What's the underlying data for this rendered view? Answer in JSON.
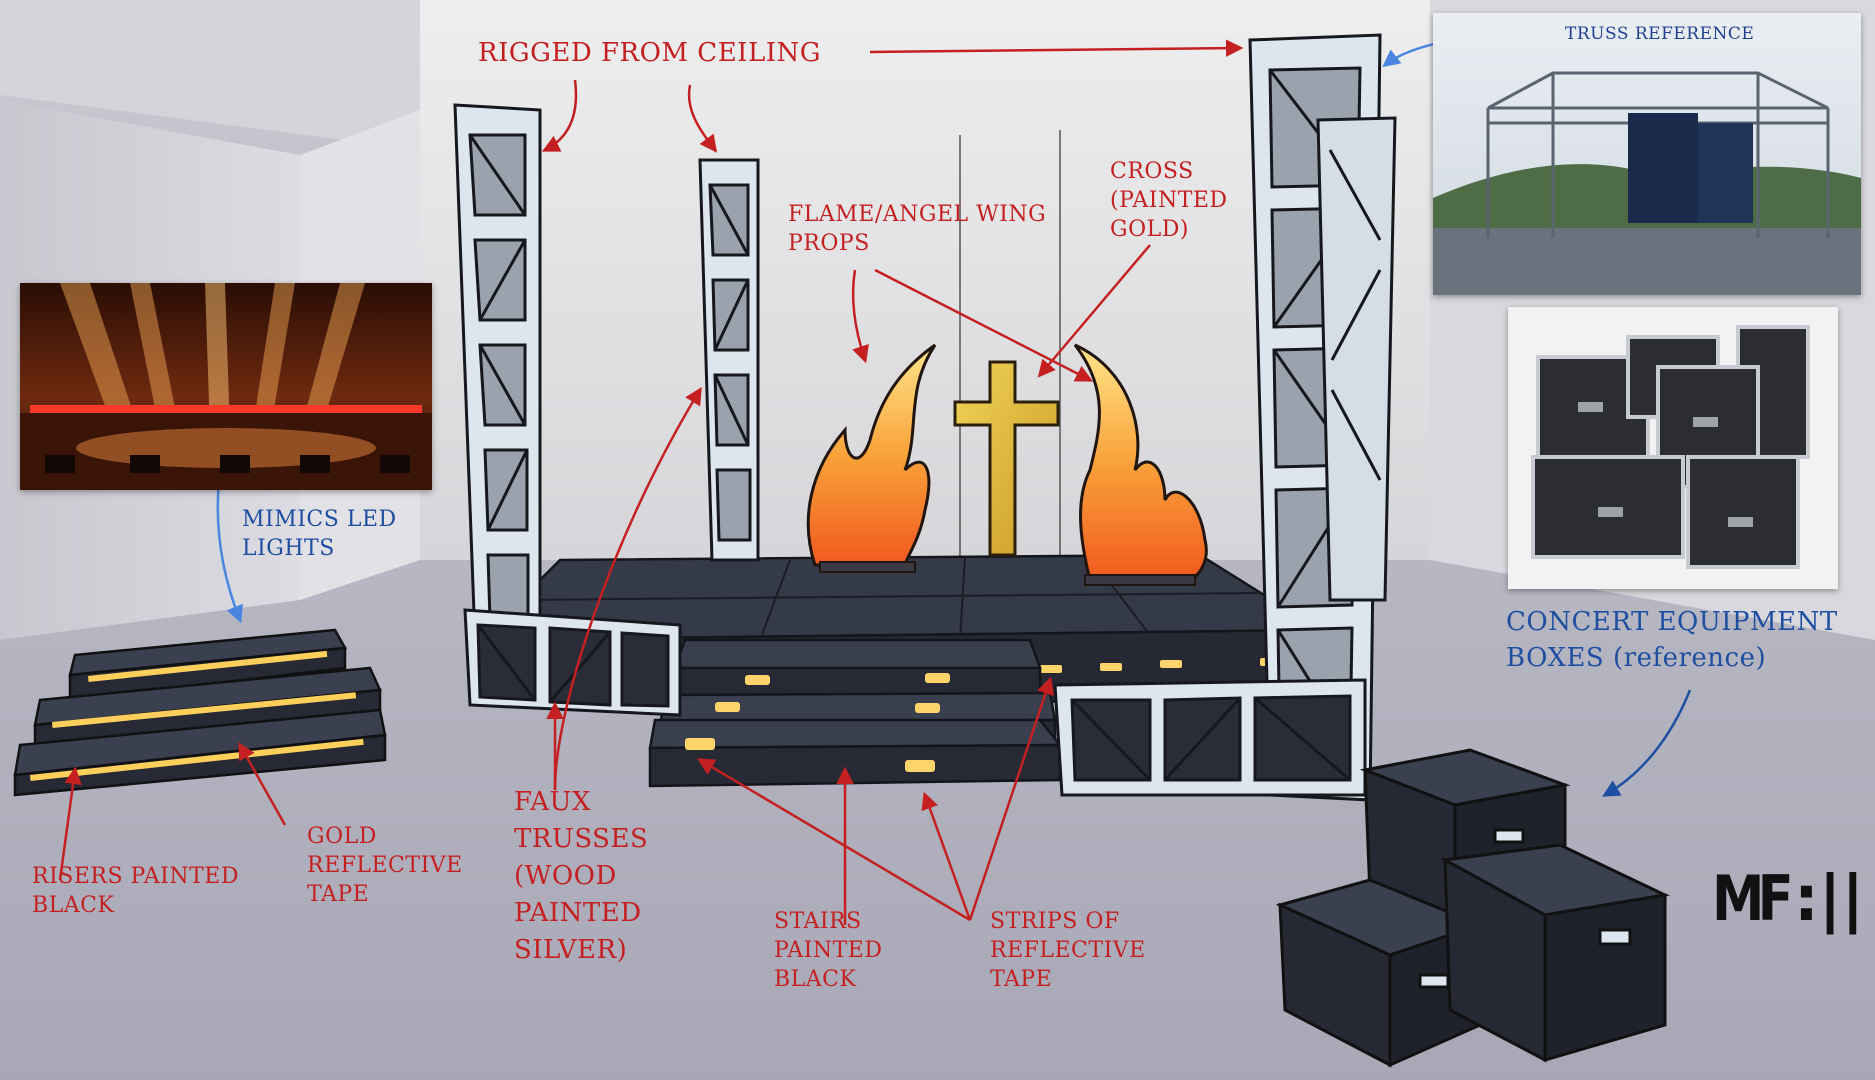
{
  "labels": {
    "rigged": "RIGGED FROM CEILING",
    "flame": [
      "FLAME/ANGEL WING",
      "PROPS"
    ],
    "cross": [
      "CROSS",
      "(PAINTED",
      "GOLD)"
    ],
    "mimics": [
      "MIMICS LED",
      "LIGHTS"
    ],
    "risers": [
      "RISERS PAINTED",
      "BLACK"
    ],
    "gold_tape": [
      "GOLD",
      "REFLECTIVE",
      "TAPE"
    ],
    "faux": [
      "FAUX",
      "TRUSSES",
      "(WOOD",
      "PAINTED",
      "SILVER)"
    ],
    "stairs": [
      "STAIRS",
      "PAINTED",
      "BLACK"
    ],
    "strips": [
      "STRIPS OF",
      "REFLECTIVE",
      "TAPE"
    ],
    "equipment": [
      "CONCERT EQUIPMENT",
      "BOXES (reference)"
    ]
  },
  "photos": {
    "truss_caption": "TRUSS REFERENCE"
  },
  "logo": {
    "text": "MF",
    "mark": ":||"
  },
  "colors": {
    "annotation_red": "#c42021",
    "annotation_blue": "#1f4fa0",
    "truss_silver": "#dde6ee",
    "stage_black": "#2c2f3a",
    "tape_gold": "#ffd46b",
    "flame_orange": "#f07a2a",
    "cross_gold": "#e2b93b"
  }
}
